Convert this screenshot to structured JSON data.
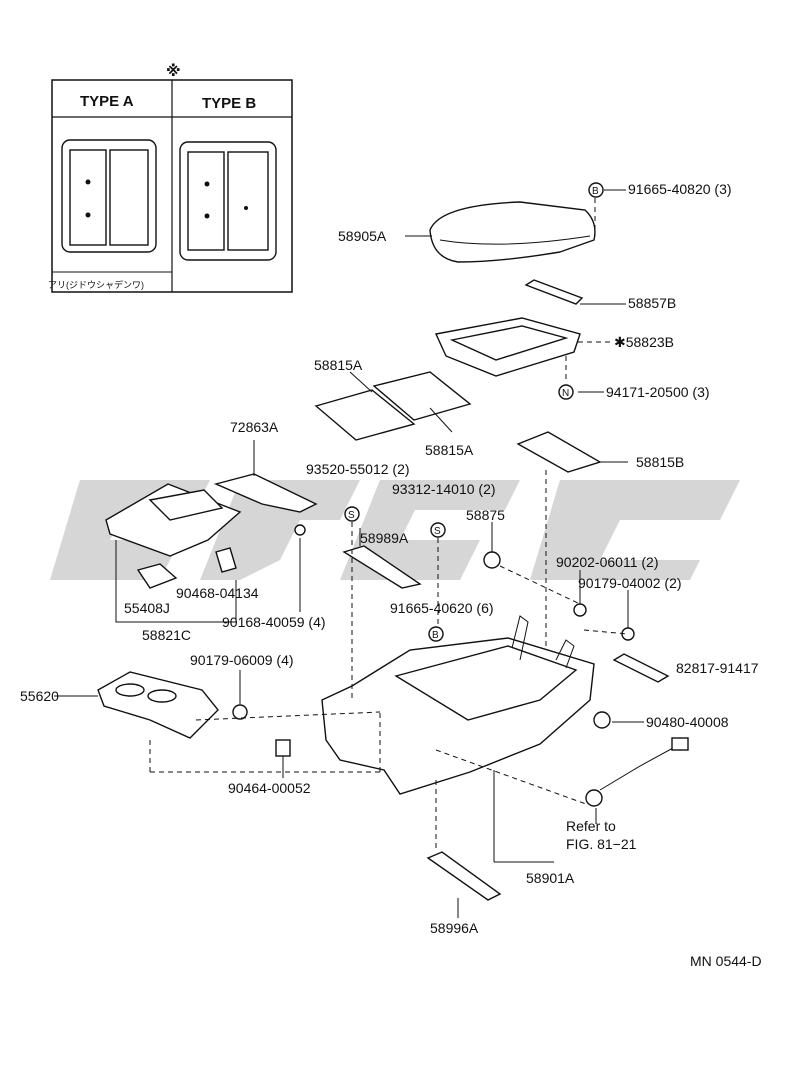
{
  "inset": {
    "marker": "※",
    "type_a": "TYPE A",
    "type_b": "TYPE B",
    "footnote": "アリ(ジドウシャデンワ)"
  },
  "callouts": {
    "p58905A": "58905A",
    "p91665_40820": "91665-40820 (3)",
    "p58857B": "58857B",
    "p58823B": "✱58823B",
    "p94171": "94171-20500 (3)",
    "p58815A_1": "58815A",
    "p58815A_2": "58815A",
    "p58815B": "58815B",
    "p72863A": "72863A",
    "p93520": "93520-55012 (2)",
    "p93312": "93312-14010 (2)",
    "p58875": "58875",
    "p58989A": "58989A",
    "p90202": "90202-06011 (2)",
    "p90179_04002": "90179-04002 (2)",
    "p90468": "90468-04134",
    "p55408J": "55408J",
    "p58821C": "58821C",
    "p90168": "90168-40059 (4)",
    "p91665_40620": "91665-40620 (6)",
    "p82817": "82817-91417",
    "p90179_06009": "90179-06009 (4)",
    "p55620": "55620",
    "p90480": "90480-40008",
    "p90464": "90464-00052",
    "refer1": "Refer to",
    "refer2": "FIG. 81−21",
    "p58901A": "58901A",
    "p58996A": "58996A",
    "drawing_no": "MN 0544-D"
  },
  "symbols": {
    "b": "B",
    "n": "N",
    "s": "S"
  },
  "colors": {
    "ink": "#111111",
    "watermark": "#cfcfcf",
    "background": "#ffffff"
  }
}
